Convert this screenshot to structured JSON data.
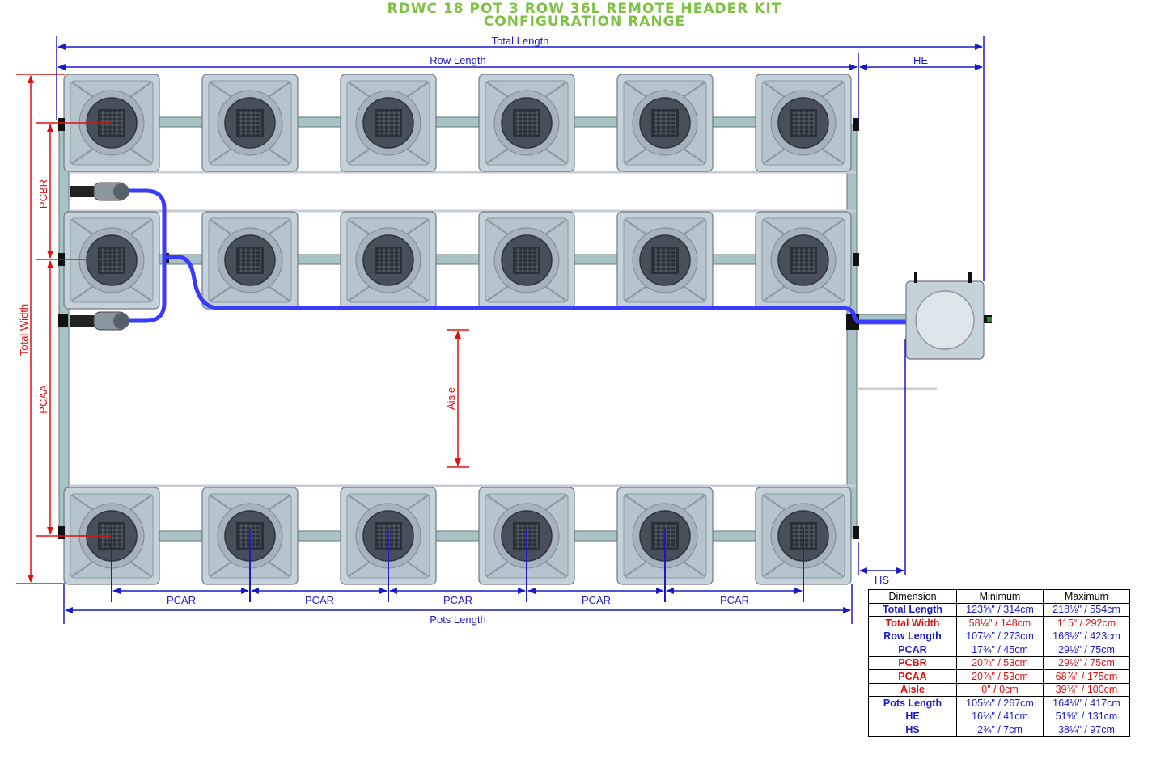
{
  "header": {
    "title_line1": "RDWC 18 POT 3 ROW 36L REMOTE HEADER KIT",
    "title_line2": "CONFIGURATION RANGE"
  },
  "labels": {
    "total_length": "Total Length",
    "row_length": "Row Length",
    "he": "HE",
    "hs": "HS",
    "pcbr": "PCBR",
    "pcaa": "PCAA",
    "total_width": "Total Width",
    "aisle": "Aisle",
    "pcar": "PCAR",
    "pots_length": "Pots Length"
  },
  "colors": {
    "title": "#7dc242",
    "blue_dim": "#1a1ac8",
    "red_dim": "#e01010",
    "pot_body": "#c3d0d8",
    "pipe": "#a9c3c4",
    "hose": "#3b3bff"
  },
  "table": {
    "headers": [
      "Dimension",
      "Minimum",
      "Maximum"
    ],
    "rows": [
      {
        "name": "Total Length",
        "min": "123⅝\" / 314cm",
        "max": "218⅛\" / 554cm",
        "color": "blue"
      },
      {
        "name": "Total Width",
        "min": "58¼\" / 148cm",
        "max": "115\" / 292cm",
        "color": "red"
      },
      {
        "name": "Row Length",
        "min": "107½\" / 273cm",
        "max": "166½\" / 423cm",
        "color": "blue"
      },
      {
        "name": "PCAR",
        "min": "17¾\" / 45cm",
        "max": "29½\" / 75cm",
        "color": "blue"
      },
      {
        "name": "PCBR",
        "min": "20⅞\" / 53cm",
        "max": "29½\" / 75cm",
        "color": "red"
      },
      {
        "name": "PCAA",
        "min": "20⅞\" / 53cm",
        "max": "68⅞\" / 175cm",
        "color": "red"
      },
      {
        "name": "Aisle",
        "min": "0\" / 0cm",
        "max": "39⅜\" / 100cm",
        "color": "red"
      },
      {
        "name": "Pots Length",
        "min": "105⅛\" / 267cm",
        "max": "164⅛\" / 417cm",
        "color": "blue"
      },
      {
        "name": "HE",
        "min": "16⅛\" / 41cm",
        "max": "51⅝\" / 131cm",
        "color": "blue"
      },
      {
        "name": "HS",
        "min": "2¾\" / 7cm",
        "max": "38¼\" / 97cm",
        "color": "blue"
      }
    ]
  }
}
